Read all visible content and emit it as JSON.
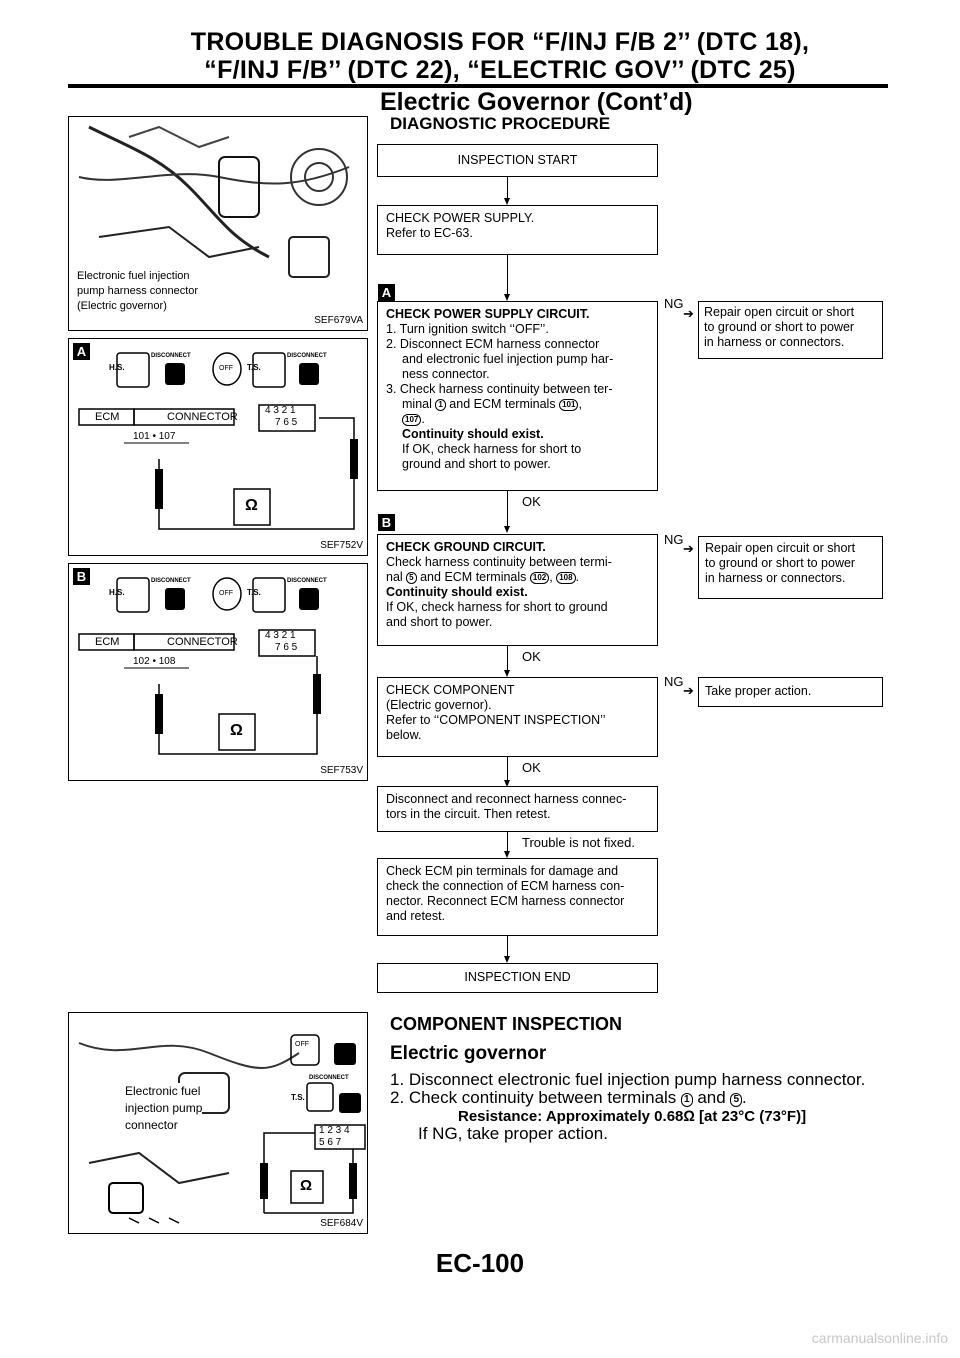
{
  "header": {
    "line1": "TROUBLE DIAGNOSIS FOR “F/INJ F/B 2’’ (DTC 18),",
    "line2": "“F/INJ F/B’’ (DTC 22), “ELECTRIC GOV’’ (DTC 25)",
    "line3": "Electric Governor (Cont’d)"
  },
  "figures": {
    "fig1": {
      "label": "SEF679VA",
      "caption": [
        "Electronic fuel injection",
        "pump harness connector",
        "(Electric governor)"
      ]
    },
    "fig2": {
      "label": "SEF752V",
      "tag": "A",
      "ecm": "ECM",
      "connector": "CONNECTOR",
      "terminals": "101 • 107",
      "pins_top": "4 3 2 1",
      "pins_bottom": "7 6 5",
      "hs": "H.S.",
      "ts": "T.S.",
      "disconnect1": "DISCONNECT",
      "disconnect2": "DISCONNECT",
      "off": "OFF"
    },
    "fig3": {
      "label": "SEF753V",
      "tag": "B",
      "ecm": "ECM",
      "connector": "CONNECTOR",
      "terminals": "102 • 108",
      "pins_top": "4 3 2 1",
      "pins_bottom": "7 6 5",
      "hs": "H.S.",
      "ts": "T.S.",
      "disconnect1": "DISCONNECT",
      "disconnect2": "DISCONNECT",
      "off": "OFF"
    },
    "fig4": {
      "label": "SEF684V",
      "caption": [
        "Electronic fuel",
        "injection pump",
        "connector"
      ],
      "pins_top": "1 2 3 4",
      "pins_bottom": "5 6 7",
      "ts": "T.S.",
      "disconnect": "DISCONNECT",
      "off": "OFF"
    }
  },
  "procedure": {
    "title": "DIAGNOSTIC PROCEDURE",
    "start": "INSPECTION START",
    "power_supply": {
      "line1": "CHECK POWER SUPPLY.",
      "line2": "Refer to EC-63."
    },
    "tag_a": "A",
    "tag_b": "B",
    "step_a": {
      "title": "CHECK POWER SUPPLY CIRCUIT.",
      "s1": "1. Turn ignition switch ‘‘OFF’’.",
      "s2a": "2. Disconnect ECM harness connector",
      "s2b": "and electronic fuel injection pump har-",
      "s2c": "ness connector.",
      "s3a": "3. Check harness continuity between ter-",
      "s3b_pre": "minal",
      "s3b_pin": "1",
      "s3b_mid": "and ECM terminals",
      "s3b_t1": "101",
      "s3c_t2": "107",
      "bold": "Continuity should exist.",
      "ok1": "If OK, check harness for short to",
      "ok2": "ground and short to power.",
      "ng": "NG",
      "ok": "OK",
      "repair": [
        "Repair open circuit or short",
        "to ground or short to power",
        "in harness or connectors."
      ]
    },
    "step_b": {
      "title": "CHECK GROUND CIRCUIT.",
      "l1": "Check harness continuity between termi-",
      "l2_pre": "nal",
      "l2_pin": "5",
      "l2_mid": "and ECM terminals",
      "l2_t1": "102",
      "l2_t2": "108",
      "bold": "Continuity should exist.",
      "ok1": "If OK, check harness for short to ground",
      "ok2": "and short to power.",
      "ng": "NG",
      "ok": "OK",
      "repair": [
        "Repair open circuit or short",
        "to ground or short to power",
        "in harness or connectors."
      ]
    },
    "step_c": {
      "lines": [
        "CHECK COMPONENT",
        "(Electric governor).",
        "Refer to ‘‘COMPONENT INSPECTION’’",
        "below."
      ],
      "ng": "NG",
      "ok": "OK",
      "action": "Take proper action."
    },
    "reconnect": [
      "Disconnect and reconnect harness connec-",
      "tors in the circuit. Then retest."
    ],
    "not_fixed": "Trouble is not fixed.",
    "ecm_check": [
      "Check ECM pin terminals for damage and",
      "check the connection of ECM harness con-",
      "nector. Reconnect ECM harness connector",
      "and retest."
    ],
    "end": "INSPECTION END"
  },
  "component": {
    "title": "COMPONENT INSPECTION",
    "subtitle": "Electric governor",
    "step1": "1. Disconnect electronic fuel injection pump harness connector.",
    "step2_pre": "2. Check continuity between terminals",
    "pin1": "1",
    "and": "and",
    "pin5": "5",
    "resistance": "Resistance: Approximately 0.68Ω [at 23°C (73°F)]",
    "if_ng": "If NG, take proper action."
  },
  "page_number": "EC-100",
  "watermark": "carmanualsonline.info"
}
